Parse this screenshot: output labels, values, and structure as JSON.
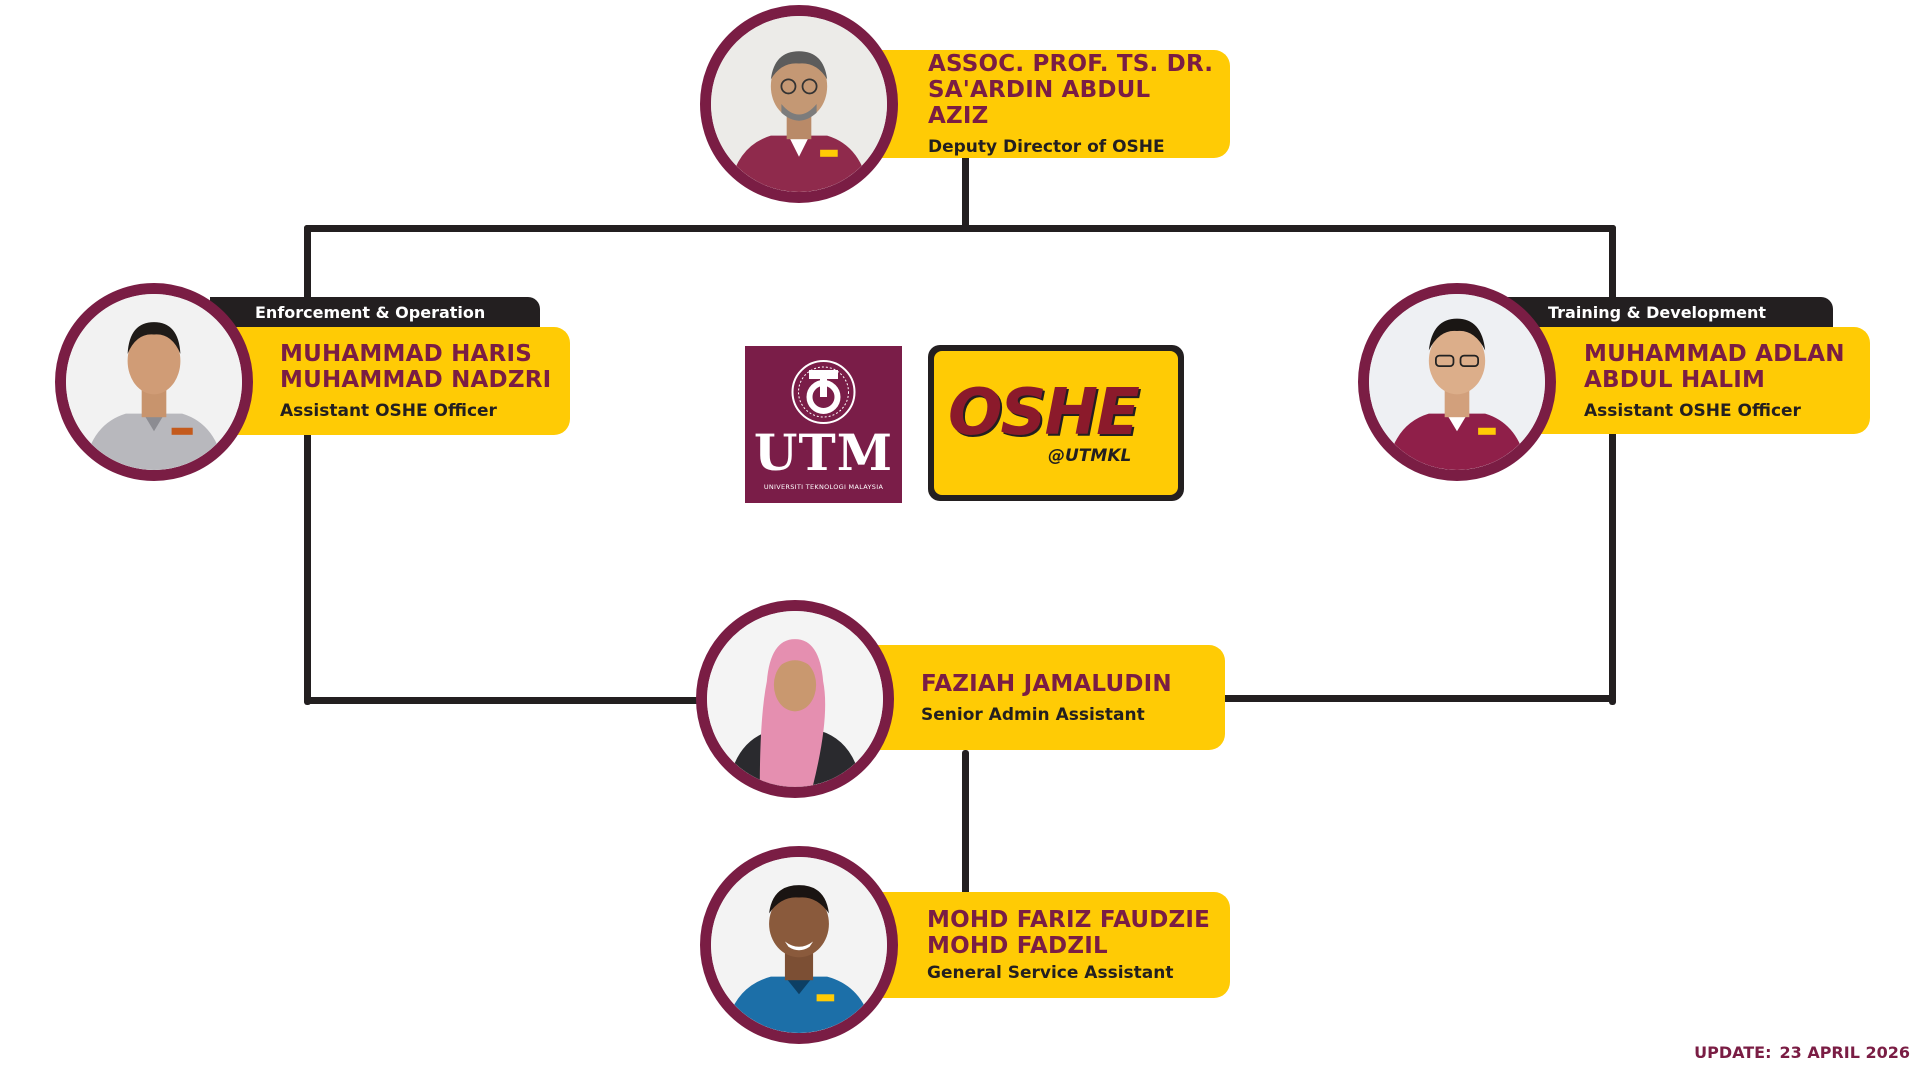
{
  "members": {
    "director": {
      "name": "ASSOC. PROF. TS. DR.\nSA'ARDIN ABDUL AZIZ",
      "role": "Deputy Director of OSHE"
    },
    "enforcement": {
      "team": "Enforcement & Operation",
      "name": "MUHAMMAD HARIS\nMUHAMMAD NADZRI",
      "role": "Assistant OSHE Officer"
    },
    "training": {
      "team": "Training & Development",
      "name": "MUHAMMAD ADLAN\nABDUL HALIM",
      "role": "Assistant OSHE Officer"
    },
    "admin": {
      "name": "FAZIAH JAMALUDIN",
      "role": "Senior Admin Assistant"
    },
    "general": {
      "name": "MOHD FARIZ FAUDZIE\nMOHD FADZIL",
      "role": "General Service Assistant"
    }
  },
  "logos": {
    "utm": {
      "text": "UTM",
      "subtitle": "UNIVERSITI TEKNOLOGI MALAYSIA"
    },
    "oshe": {
      "text": "OSHE",
      "subtitle": "@UTMKL"
    }
  },
  "update": {
    "label": "UPDATE:",
    "date": "23 APRIL 2026"
  },
  "colors": {
    "maroon": "#7a1d44",
    "card_yellow": "#ffcb05",
    "connector": "#231f20"
  },
  "icons": {
    "portrait": "person-photo"
  }
}
